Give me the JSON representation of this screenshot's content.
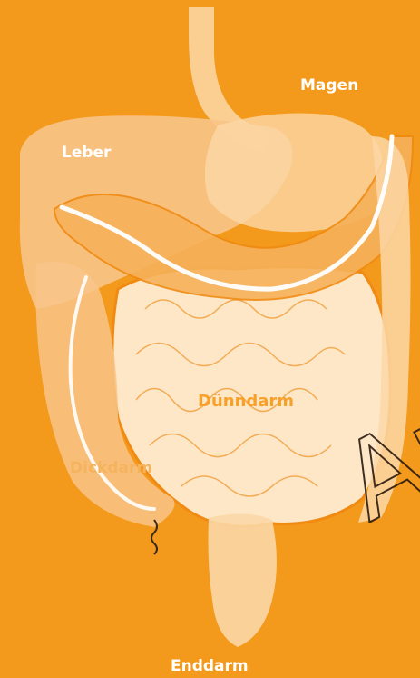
{
  "labels": {
    "stomach": "Magen",
    "liver": "Leber",
    "small_intestine": "Dünndarm",
    "large_intestine": "Dickdarm",
    "rectum": "Enddarm"
  },
  "watermark": "Au",
  "colors": {
    "background": "#f39a1c",
    "organ_light": "#fde7c6",
    "organ_mid": "#f9c98a",
    "organ_outline": "#f08a12",
    "highlight": "#ffffff"
  }
}
